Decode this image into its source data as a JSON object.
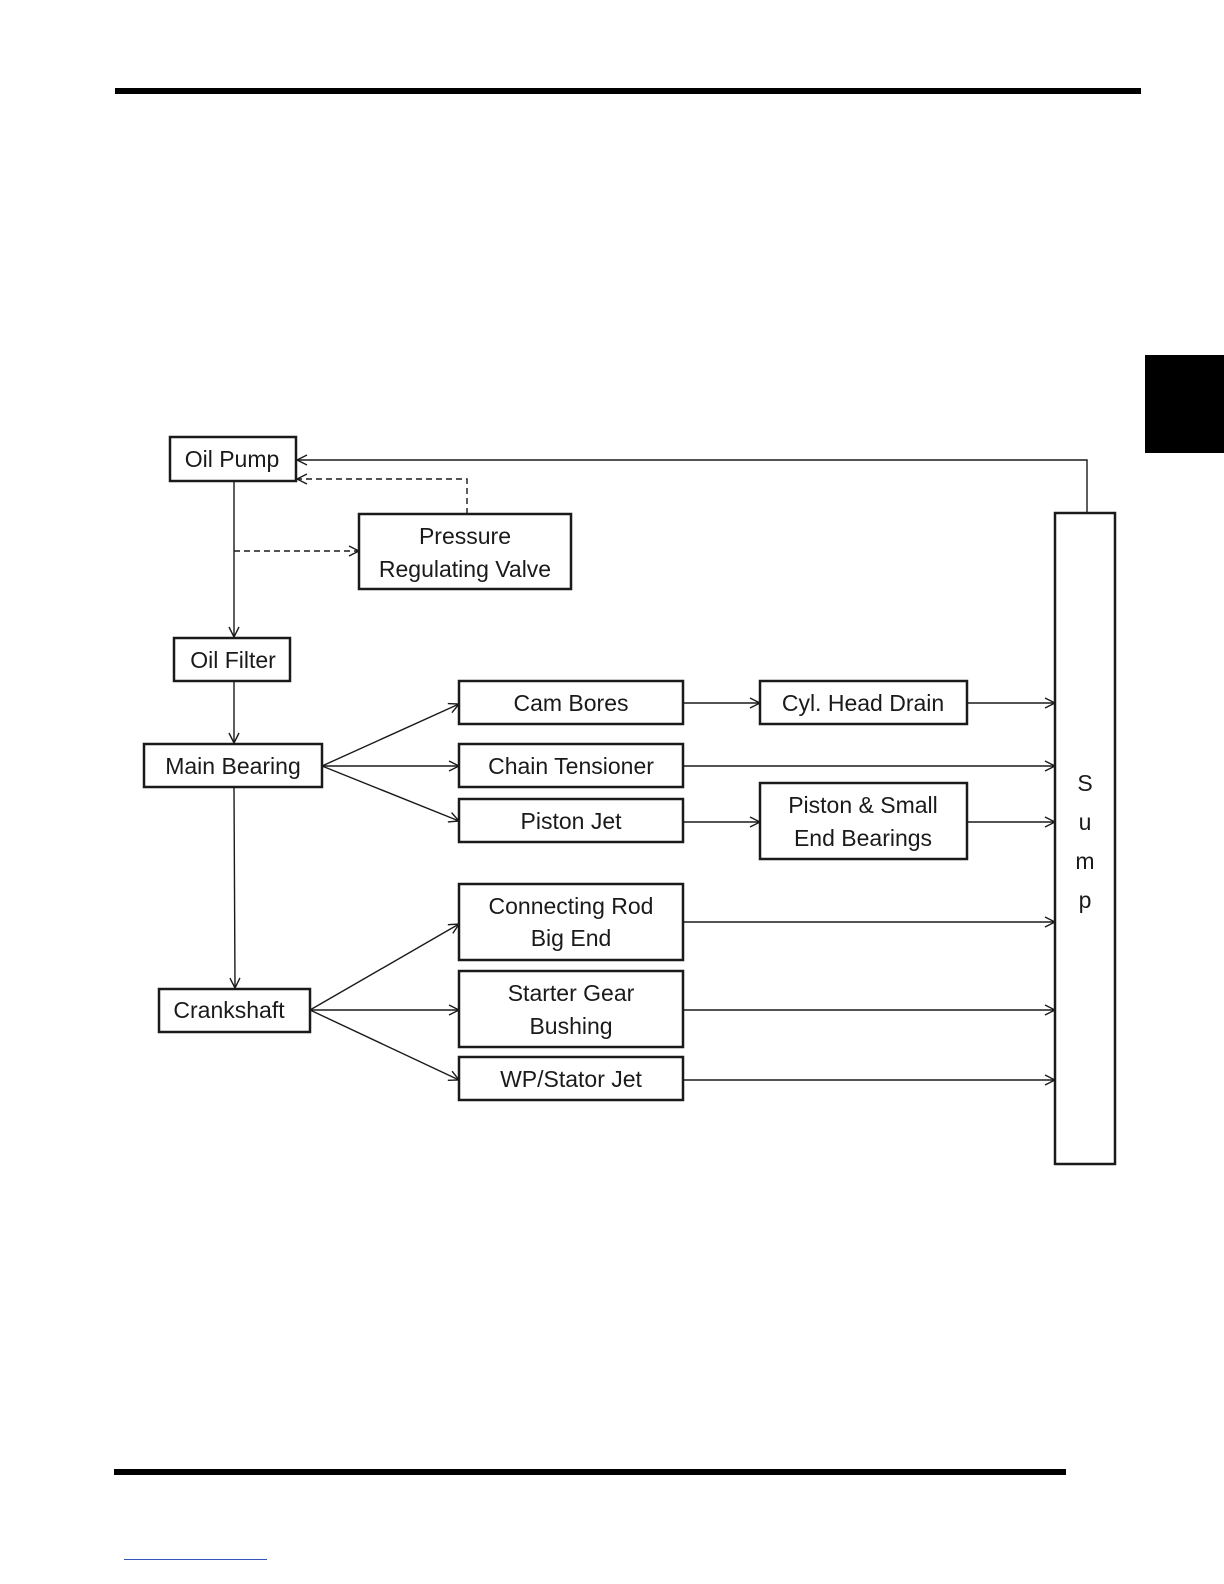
{
  "diagram": {
    "nodes": {
      "oil_pump": [
        "Oil Pump"
      ],
      "pressure_regulating_valve": [
        "Pressure",
        "Regulating Valve"
      ],
      "oil_filter": [
        "Oil Filter"
      ],
      "main_bearing": [
        "Main Bearing"
      ],
      "cam_bores": [
        "Cam Bores"
      ],
      "cyl_head_drain": [
        "Cyl. Head Drain"
      ],
      "chain_tensioner": [
        "Chain Tensioner"
      ],
      "piston_jet": [
        "Piston Jet"
      ],
      "piston_small_end": [
        "Piston & Small",
        "End Bearings"
      ],
      "crankshaft": [
        "Crankshaft"
      ],
      "connecting_rod": [
        "Connecting Rod",
        "Big End"
      ],
      "starter_gear": [
        "Starter Gear",
        "Bushing"
      ],
      "wp_stator_jet": [
        "WP/Stator Jet"
      ],
      "sump": [
        "S",
        "u",
        "m",
        "p"
      ]
    },
    "edges": [
      {
        "from": "oil_pump",
        "to": "oil_filter",
        "style": "solid"
      },
      {
        "from": "oil_pump",
        "to": "pressure_regulating_valve",
        "style": "dashed"
      },
      {
        "from": "pressure_regulating_valve",
        "to": "oil_pump",
        "style": "dashed"
      },
      {
        "from": "oil_filter",
        "to": "main_bearing",
        "style": "solid"
      },
      {
        "from": "main_bearing",
        "to": "cam_bores",
        "style": "solid"
      },
      {
        "from": "main_bearing",
        "to": "chain_tensioner",
        "style": "solid"
      },
      {
        "from": "main_bearing",
        "to": "piston_jet",
        "style": "solid"
      },
      {
        "from": "main_bearing",
        "to": "crankshaft",
        "style": "solid"
      },
      {
        "from": "cam_bores",
        "to": "cyl_head_drain",
        "style": "solid"
      },
      {
        "from": "cyl_head_drain",
        "to": "sump",
        "style": "solid"
      },
      {
        "from": "chain_tensioner",
        "to": "sump",
        "style": "solid"
      },
      {
        "from": "piston_jet",
        "to": "piston_small_end",
        "style": "solid"
      },
      {
        "from": "piston_small_end",
        "to": "sump",
        "style": "solid"
      },
      {
        "from": "crankshaft",
        "to": "connecting_rod",
        "style": "solid"
      },
      {
        "from": "crankshaft",
        "to": "starter_gear",
        "style": "solid"
      },
      {
        "from": "crankshaft",
        "to": "wp_stator_jet",
        "style": "solid"
      },
      {
        "from": "connecting_rod",
        "to": "sump",
        "style": "solid"
      },
      {
        "from": "starter_gear",
        "to": "sump",
        "style": "solid"
      },
      {
        "from": "wp_stator_jet",
        "to": "sump",
        "style": "solid"
      },
      {
        "from": "sump",
        "to": "oil_pump",
        "style": "solid"
      }
    ]
  }
}
